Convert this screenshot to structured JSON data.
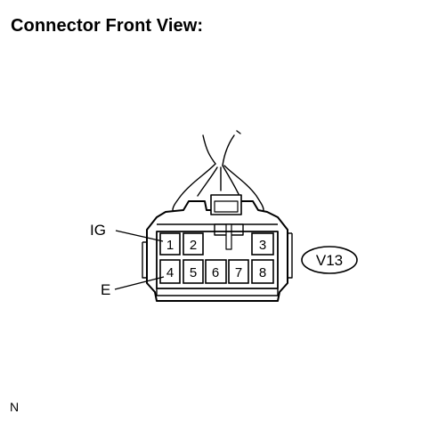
{
  "title": "Connector Front View:",
  "connector": {
    "code": "V13",
    "labels": {
      "ig": "IG",
      "e": "E"
    },
    "pins": {
      "p1": "1",
      "p2": "2",
      "p3": "3",
      "p4": "4",
      "p5": "5",
      "p6": "6",
      "p7": "7",
      "p8": "8"
    }
  },
  "footer": {
    "code": "N"
  }
}
